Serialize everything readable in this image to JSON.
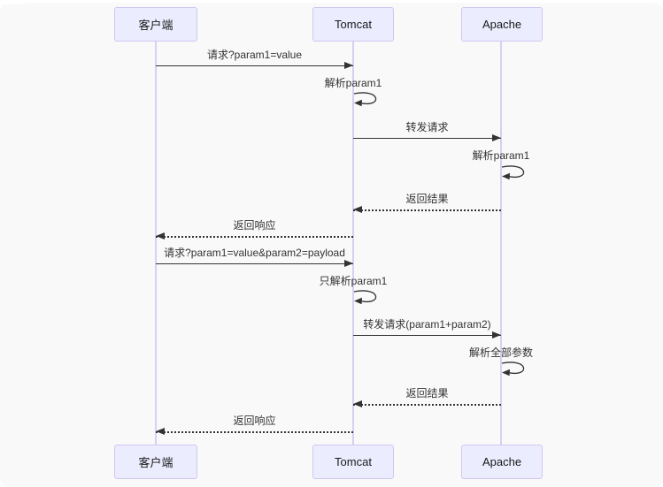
{
  "diagram": {
    "type": "sequence-diagram",
    "actors": [
      {
        "id": "client",
        "label": "客户端"
      },
      {
        "id": "tomcat",
        "label": "Tomcat"
      },
      {
        "id": "apache",
        "label": "Apache"
      }
    ],
    "messages": [
      {
        "from": "client",
        "to": "tomcat",
        "style": "solid",
        "label": "请求?param1=value"
      },
      {
        "from": "tomcat",
        "to": "tomcat",
        "style": "self",
        "label": "解析param1"
      },
      {
        "from": "tomcat",
        "to": "apache",
        "style": "solid",
        "label": "转发请求"
      },
      {
        "from": "apache",
        "to": "apache",
        "style": "self",
        "label": "解析param1"
      },
      {
        "from": "apache",
        "to": "tomcat",
        "style": "dashed",
        "label": "返回结果"
      },
      {
        "from": "tomcat",
        "to": "client",
        "style": "dashed",
        "label": "返回响应"
      },
      {
        "from": "client",
        "to": "tomcat",
        "style": "solid",
        "label": "请求?param1=value&param2=payload"
      },
      {
        "from": "tomcat",
        "to": "tomcat",
        "style": "self",
        "label": "只解析param1"
      },
      {
        "from": "tomcat",
        "to": "apache",
        "style": "solid",
        "label": "转发请求(param1+param2)"
      },
      {
        "from": "apache",
        "to": "apache",
        "style": "self",
        "label": "解析全部参数"
      },
      {
        "from": "apache",
        "to": "tomcat",
        "style": "dashed",
        "label": "返回结果"
      },
      {
        "from": "tomcat",
        "to": "client",
        "style": "dashed",
        "label": "返回响应"
      }
    ],
    "colors": {
      "actor_fill": "#ececff",
      "actor_border": "#cfc7f0",
      "lifeline": "#d9cef3",
      "arrow": "#333333",
      "message_text": "#333333",
      "actor_text": "#1a1a1a",
      "canvas_bg": "#f9f9f9",
      "page_bg": "#ffffff"
    }
  }
}
